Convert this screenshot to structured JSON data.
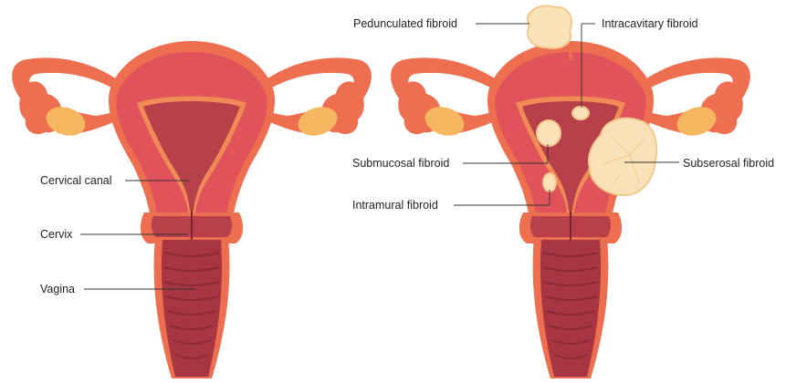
{
  "diagram": {
    "left": {
      "labels": {
        "cervical_canal": "Cervical canal",
        "cervix": "Cervix",
        "vagina": "Vagina"
      }
    },
    "right": {
      "labels": {
        "pedunculated": "Pedunculated fibroid",
        "intracavitary": "Intracavitary fibroid",
        "submucosal": "Submucosal fibroid",
        "subserosal": "Subserosal fibroid",
        "intramural": "Intramural fibroid"
      }
    }
  },
  "colors": {
    "outer_wall": "#ed6f4f",
    "uterus": "#e0535a",
    "cavity": "#b8404a",
    "lining_outline": "#f08a56",
    "ovary": "#f7b760",
    "fibroid_fill": "#fae2b8",
    "fibroid_stroke": "#f2c98e",
    "vagina": "#a83542",
    "vagina_rings": "#8a2a36",
    "leader_line": "#333333"
  }
}
